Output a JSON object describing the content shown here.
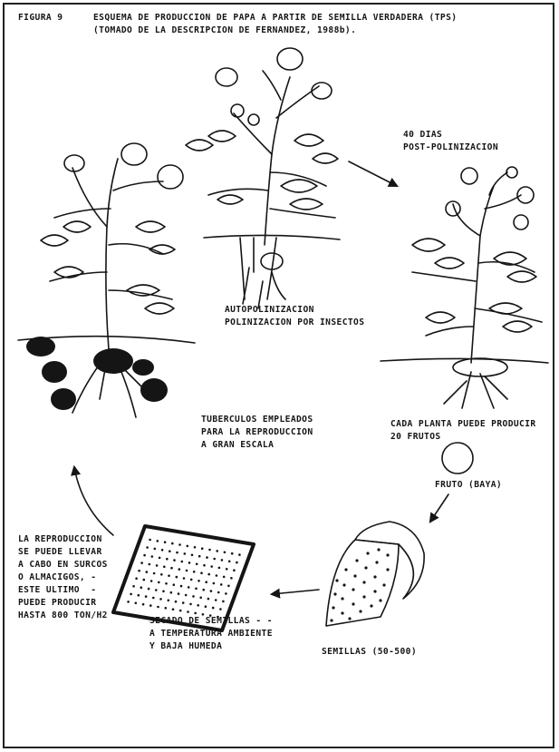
{
  "figure": {
    "number": "FIGURA 9",
    "title_line1": "ESQUEMA DE PRODUCCION DE PAPA A PARTIR DE SEMILLA VERDADERA (TPS)",
    "title_line2": "(TOMADO DE LA DESCRIPCION DE FERNANDEZ, 1988b)."
  },
  "labels": {
    "days_line1": "40 DIAS",
    "days_line2": "POST-POLINIZACION",
    "pollination_line1": "AUTOPOLINIZACION",
    "pollination_line2": "POLINIZACION POR INSECTOS",
    "tubers_line1": "TUBERCULOS EMPLEADOS",
    "tubers_line2": "PARA LA REPRODUCCION",
    "tubers_line3": "A GRAN ESCALA",
    "plant_line1": "CADA PLANTA PUEDE PRODUCIR",
    "plant_line2": "20 FRUTOS",
    "fruit": "FRUTO (BAYA)",
    "repro_line1": "LA REPRODUCCION",
    "repro_line2": "SE PUEDE LLEVAR",
    "repro_line3": "A CABO EN SURCOS",
    "repro_line4": "O ALMACIGOS, -",
    "repro_line5": "ESTE ULTIMO  -",
    "repro_line6": "PUEDE PRODUCIR",
    "repro_line7": "HASTA 800 TON/H2",
    "drying_line1": "SECADO DE SEMILLAS - -",
    "drying_line2": "A TEMPERATURA AMBIENTE",
    "drying_line3": "Y BAJA HUMEDA",
    "seeds": "SEMILLAS (50-500)"
  },
  "colors": {
    "ink": "#151515",
    "paper": "#ffffff"
  }
}
